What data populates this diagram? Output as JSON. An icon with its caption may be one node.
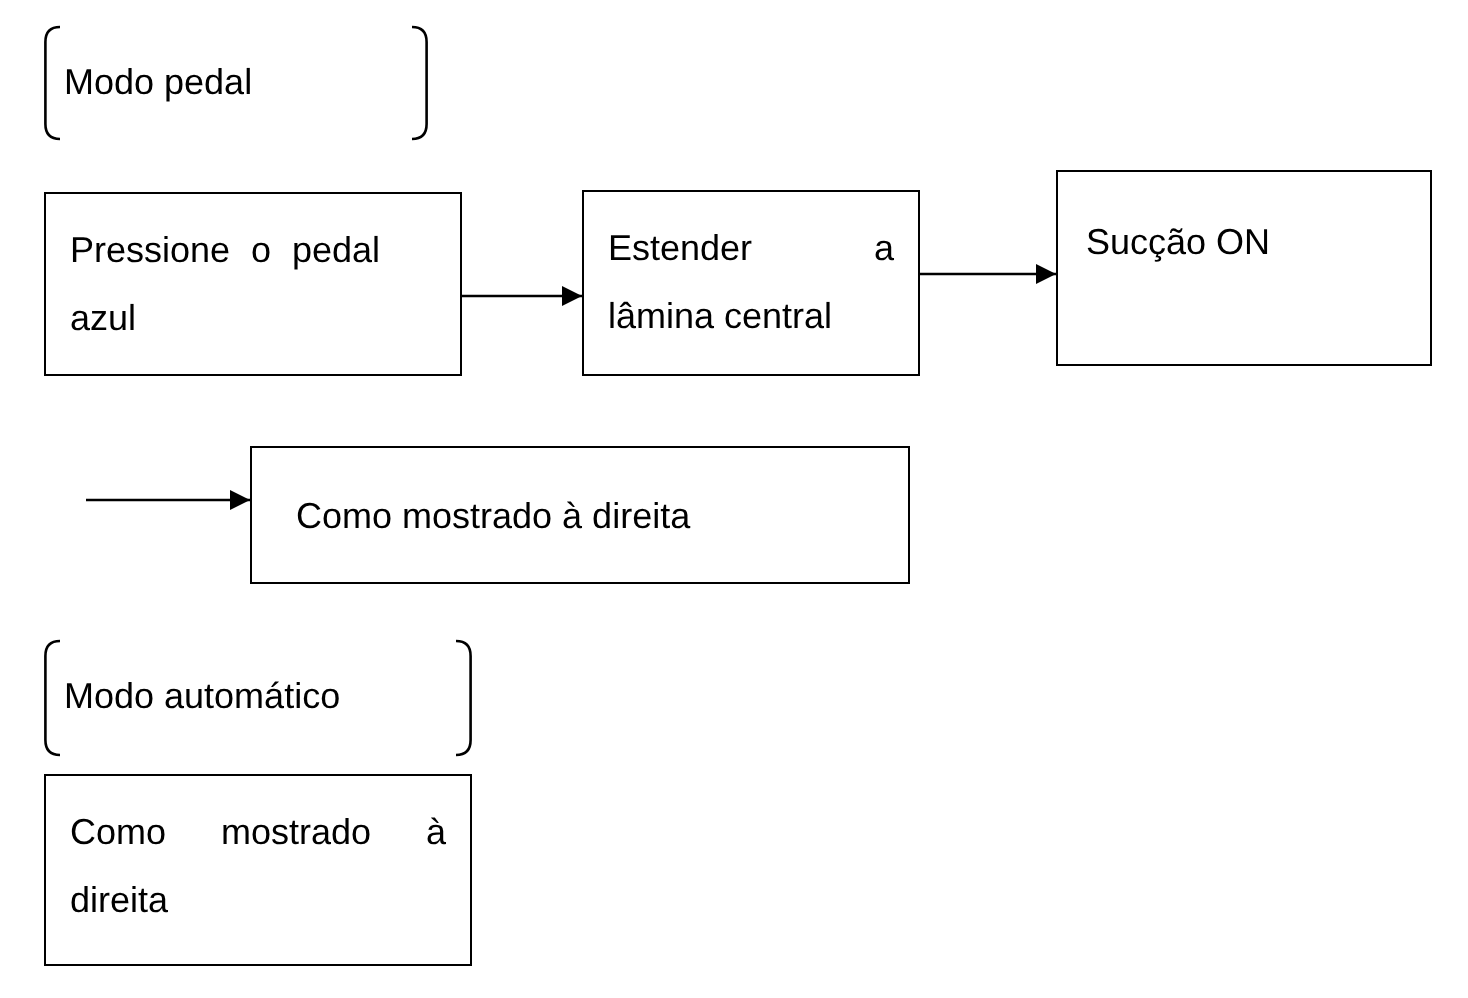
{
  "diagram": {
    "nodes": [
      {
        "text": [
          "Modo pedal"
        ]
      },
      {
        "text": [
          "Pressione o pedal azul"
        ]
      },
      {
        "text": [
          "Estender a lâmina central"
        ]
      },
      {
        "text": [
          "Sucção ON"
        ]
      },
      {
        "text": [
          "Como mostrado à direita"
        ]
      },
      {
        "text": [
          "Modo automático"
        ]
      },
      {
        "text": [
          "Como mostrado à direita"
        ]
      }
    ],
    "edges": [
      {
        "from": 1,
        "to": 2,
        "arrow": "to"
      },
      {
        "from": 2,
        "to": 3,
        "arrow": "to"
      },
      {
        "from": null,
        "to": 4,
        "arrow": "to"
      }
    ]
  }
}
